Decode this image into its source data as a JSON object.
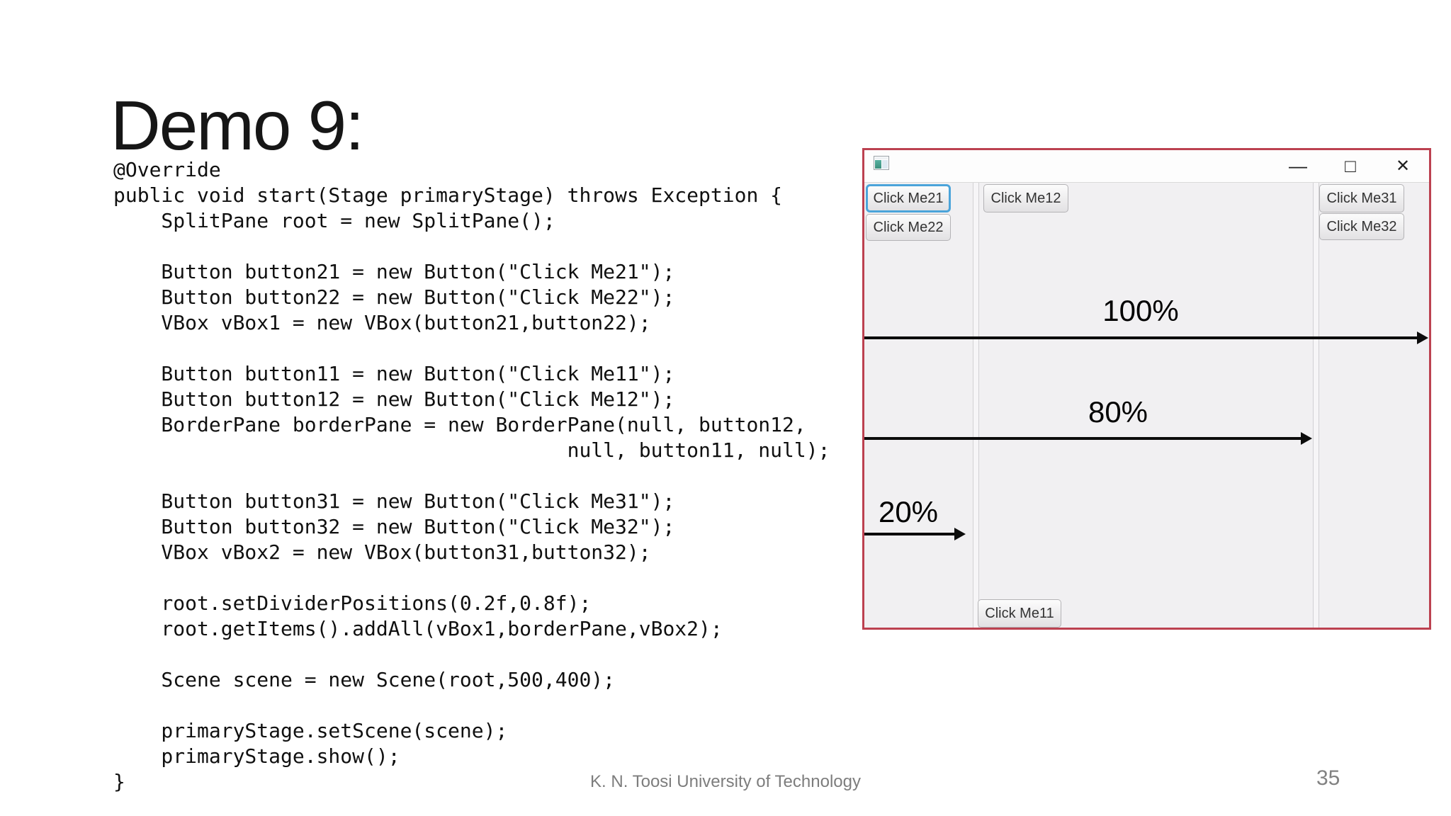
{
  "slide": {
    "title": "Demo 9:",
    "code_lines": [
      "@Override",
      "public void start(Stage primaryStage) throws Exception {",
      "    SplitPane root = new SplitPane();",
      "",
      "    Button button21 = new Button(\"Click Me21\");",
      "    Button button22 = new Button(\"Click Me22\");",
      "    VBox vBox1 = new VBox(button21,button22);",
      "",
      "    Button button11 = new Button(\"Click Me11\");",
      "    Button button12 = new Button(\"Click Me12\");",
      "    BorderPane borderPane = new BorderPane(null, button12,",
      "                                      null, button11, null);",
      "",
      "    Button button31 = new Button(\"Click Me31\");",
      "    Button button32 = new Button(\"Click Me32\");",
      "    VBox vBox2 = new VBox(button31,button32);",
      "",
      "    root.setDividerPositions(0.2f,0.8f);",
      "    root.getItems().addAll(vBox1,borderPane,vBox2);",
      "",
      "    Scene scene = new Scene(root,500,400);",
      "",
      "    primaryStage.setScene(scene);",
      "    primaryStage.show();",
      "}"
    ],
    "footer": "K. N. Toosi University of Technology",
    "page_number": "35"
  },
  "window": {
    "titlebar": {
      "app_icon": "javafx-stage-icon",
      "minimize_glyph": "—",
      "maximize_glyph": "□",
      "close_glyph": "✕"
    },
    "buttons": {
      "me21": "Click Me21",
      "me22": "Click Me22",
      "me12": "Click Me12",
      "me11": "Click Me11",
      "me31": "Click Me31",
      "me32": "Click Me32",
      "focused": "Click Me21"
    },
    "split_pane": {
      "divider_positions": [
        "0.2",
        "0.8"
      ],
      "pane_count": 3
    },
    "annotations": {
      "full_width": "100%",
      "right_divider": "80%",
      "left_divider": "20%"
    },
    "colors": {
      "highlight_border": "#bc4150",
      "focus_ring": "#4ba4da",
      "content_background": "#f1f0f2",
      "arrow": "#0c0c0c"
    }
  }
}
